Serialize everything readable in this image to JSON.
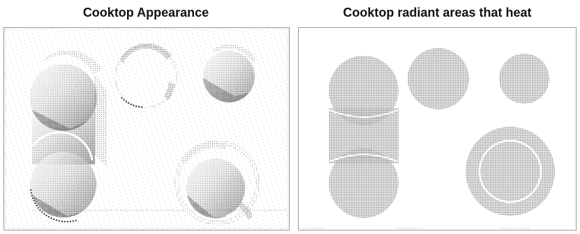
{
  "captions": {
    "appearance": "Cooktop Appearance",
    "heat_areas": "Cooktop radiant areas that heat"
  },
  "colors": {
    "stipple": "#8a8a8a",
    "stipple_dark": "#3a3a3a",
    "surface_dots": "#b5b5b5",
    "frame": "#9a9a9a",
    "caption": "#111111"
  },
  "burners": [
    {
      "id": "left-bridge",
      "type": "bridge"
    },
    {
      "id": "back-center",
      "type": "single"
    },
    {
      "id": "back-right",
      "type": "single"
    },
    {
      "id": "front-right",
      "type": "dual-ring"
    }
  ]
}
